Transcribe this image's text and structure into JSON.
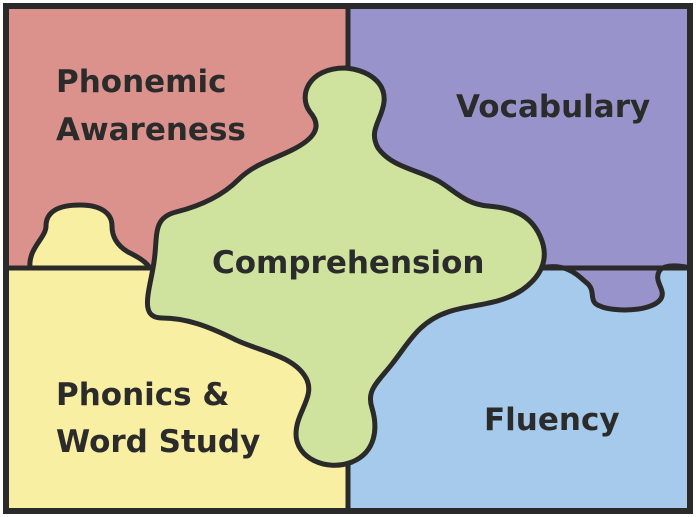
{
  "puzzle": {
    "pieces": {
      "phonemic_awareness": {
        "lines": [
          "Phonemic",
          "Awareness"
        ],
        "color": "#DB928D"
      },
      "vocabulary": {
        "lines": [
          "Vocabulary"
        ],
        "color": "#9894CB"
      },
      "phonics_word_study": {
        "lines": [
          "Phonics &",
          "Word Study"
        ],
        "color": "#F8EFA2"
      },
      "fluency": {
        "lines": [
          "Fluency"
        ],
        "color": "#A5CAEB"
      },
      "comprehension": {
        "lines": [
          "Comprehension"
        ],
        "color": "#CFE39E"
      }
    },
    "outline_color": "#2A2A2A"
  }
}
